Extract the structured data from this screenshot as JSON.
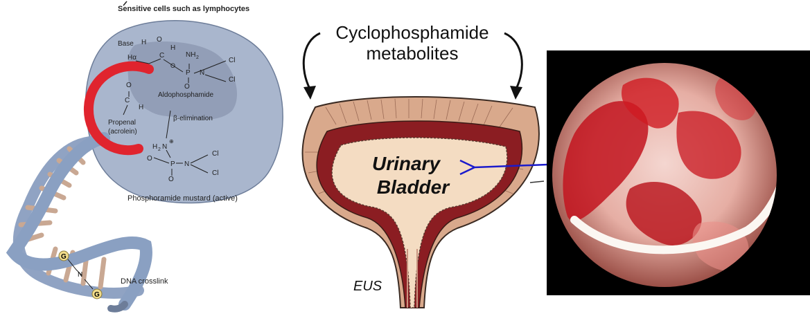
{
  "left": {
    "header": "Sensitive cells such as lymphocytes",
    "labels": {
      "base": "Base",
      "h1": "H",
      "h_alpha": "Hα",
      "o1": "O",
      "c1": "C",
      "h2": "H",
      "p1": "P",
      "nh2": "NH",
      "nh2_sub": "2",
      "n1": "N",
      "cl1": "Cl",
      "cl2": "Cl",
      "o2": "O",
      "o3": "O",
      "c2": "C",
      "h3": "H",
      "aldophosphamide": "Aldophosphamide",
      "propenal": "Propenal",
      "acrolein": "(acrolein)",
      "beta_elim": "β-elimination",
      "h2n": "H",
      "h2n_sub": "2",
      "n_plus": "N",
      "plus": "⊕",
      "o_minus": "O",
      "p2": "P",
      "n2": "N",
      "cl3": "Cl",
      "cl4": "Cl",
      "o4": "O",
      "active": "Phosphoramide mustard (active)",
      "g1": "G",
      "g2": "G",
      "n3": "N",
      "crosslink": "DNA crosslink"
    }
  },
  "middle": {
    "title_line1": "Cyclophosphamide",
    "title_line2": "metabolites",
    "organ_line1": "Urinary",
    "organ_line2": "Bladder",
    "eus": "EUS"
  },
  "colors": {
    "cell": "#a9b6cd",
    "cell_outline": "#6d7d99",
    "dna": "#7c93b8",
    "rung": "#c9a893",
    "red_arc": "#e0242e",
    "muscle": "#8b1d22",
    "outer": "#d9a98c",
    "lumen": "#f4dcc2",
    "pointer": "#1a1acc"
  }
}
